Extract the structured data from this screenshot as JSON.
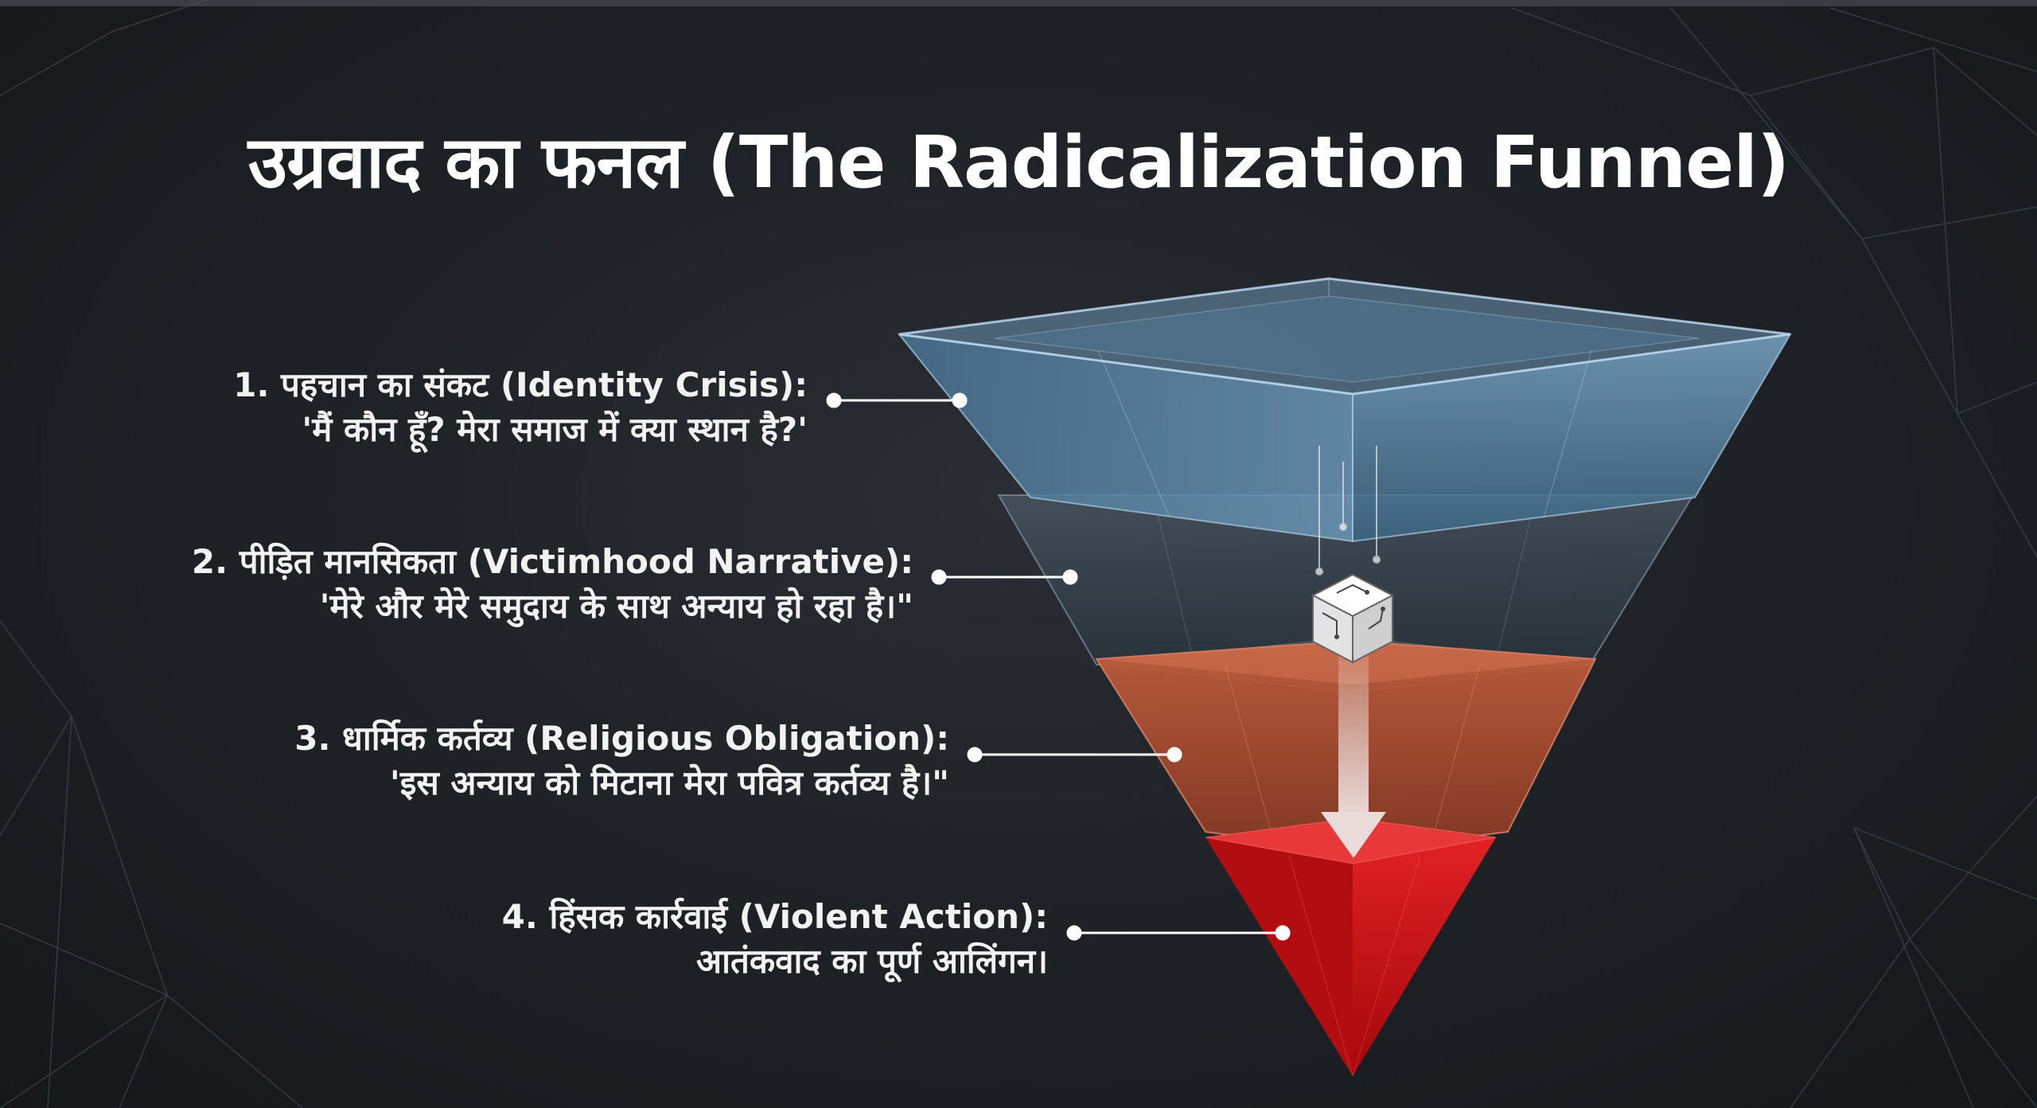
{
  "title": "उग्रवाद का फनल (The Radicalization Funnel)",
  "stages": [
    {
      "heading": "1. पहचान का संकट (Identity Crisis):",
      "quote": "'मैं कौन हूँ? मेरा समाज में क्या स्थान है?'",
      "color": "#5b86a6"
    },
    {
      "heading": "2. पीड़ित मानसिकता (Victimhood Narrative):",
      "quote": "'मेरे और मेरे समुदाय के साथ अन्याय हो रहा है।\"",
      "color": "#3d4d5c"
    },
    {
      "heading": "3. धार्मिक कर्तव्य (Religious Obligation):",
      "quote": "'इस अन्याय को मिटाना मेरा पवित्र कर्तव्य है।\"",
      "color": "#b1482f"
    },
    {
      "heading": "4. हिंसक कार्रवाई (Violent Action):",
      "quote": "आतंकवाद का पूर्ण आलिंगन।",
      "color": "#d11b1f"
    }
  ],
  "colors": {
    "background": "#1f2227",
    "connector": "#ffffff",
    "arrow": "#e0e0e0"
  },
  "icons": [
    "circuit-cube-icon",
    "down-arrow-icon"
  ]
}
